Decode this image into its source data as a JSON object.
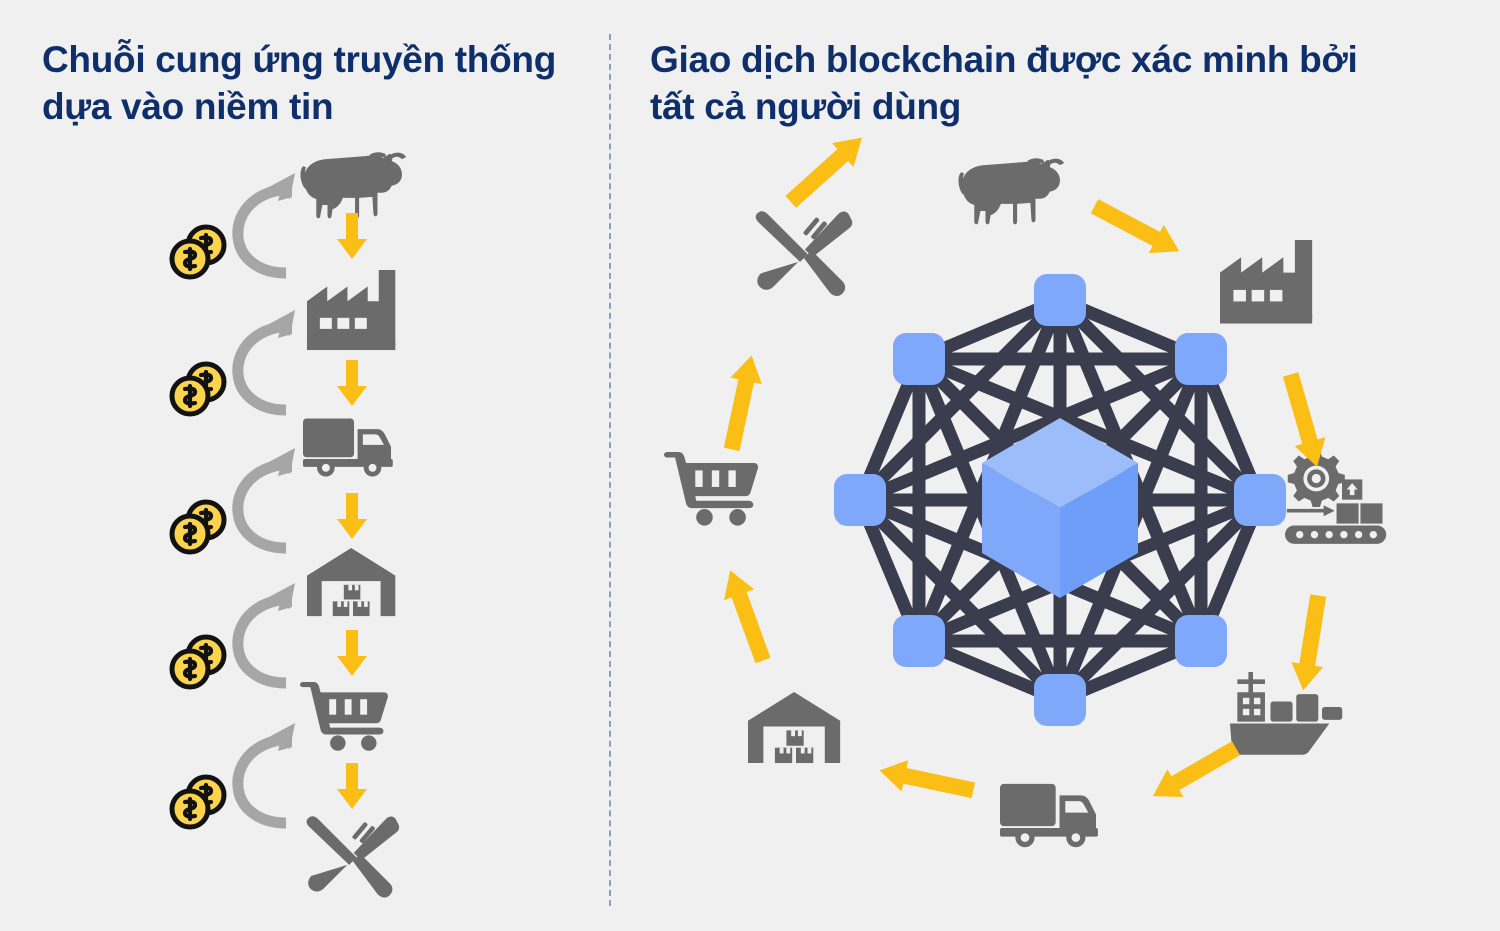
{
  "meta": {
    "background_color": "#f0f0f0",
    "title_color": "#0f2f6b",
    "icon_gray": "#6b6b6b",
    "arrow_yellow": "#fbbe15",
    "coin_yellow": "#fbd34d",
    "node_blue": "#7fa8fa",
    "cube_light": "#9cbdfa",
    "cube_mid": "#7fa8fa",
    "cube_dark": "#6e9ef8",
    "network_line": "#3a3d4d",
    "curved_arrow_gray": "#a6a6a6",
    "divider_color": "#8aa0c0"
  },
  "left_panel": {
    "title": "Chuỗi cung ứng truyền thống dựa vào niềm tin",
    "chain": [
      {
        "icon": "cow-icon",
        "label": "Cow"
      },
      {
        "icon": "factory-icon",
        "label": "Factory"
      },
      {
        "icon": "truck-icon",
        "label": "Truck"
      },
      {
        "icon": "warehouse-icon",
        "label": "Warehouse"
      },
      {
        "icon": "shopping-cart-icon",
        "label": "Shopping cart"
      },
      {
        "icon": "cutlery-icon",
        "label": "Knife and fork"
      }
    ],
    "flow_arrows_count": 5,
    "payment_count": 5,
    "payment_icon": "coins-dollar-icon",
    "trust_arrow_icon": "curved-arrow-icon"
  },
  "right_panel": {
    "title": "Giao dịch blockchain được xác minh bởi tất cả người dùng",
    "network": {
      "node_count": 8,
      "node_icon": "network-node-icon",
      "center_icon": "blockchain-cube-icon",
      "fully_connected": true
    },
    "ring_icons": [
      {
        "icon": "cow-icon",
        "label": "Cow",
        "position": "top"
      },
      {
        "icon": "factory-icon",
        "label": "Factory",
        "position": "top-right"
      },
      {
        "icon": "production-line-icon",
        "label": "Production line",
        "position": "right"
      },
      {
        "icon": "cargo-ship-icon",
        "label": "Cargo ship",
        "position": "bottom-right"
      },
      {
        "icon": "truck-icon",
        "label": "Truck",
        "position": "bottom"
      },
      {
        "icon": "warehouse-icon",
        "label": "Warehouse",
        "position": "bottom-left"
      },
      {
        "icon": "shopping-cart-icon",
        "label": "Shopping cart",
        "position": "left"
      },
      {
        "icon": "cutlery-icon",
        "label": "Knife and fork",
        "position": "top-left"
      }
    ],
    "ring_arrows_count": 8,
    "ring_arrow_icon": "yellow-arrow-icon"
  }
}
